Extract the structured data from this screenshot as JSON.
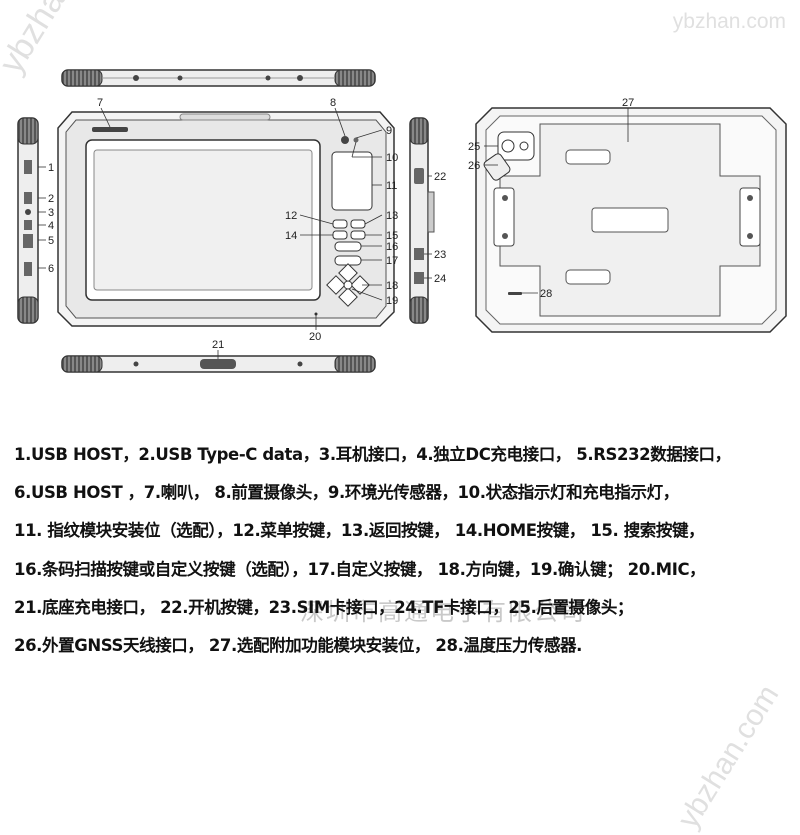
{
  "watermarks": {
    "site": "ybzhan.com",
    "company": "深圳市高通电子有限公司"
  },
  "callouts": [
    "1",
    "2",
    "3",
    "4",
    "5",
    "6",
    "7",
    "8",
    "9",
    "10",
    "11",
    "12",
    "13",
    "14",
    "15",
    "16",
    "17",
    "18",
    "19",
    "20",
    "21",
    "22",
    "23",
    "24",
    "25",
    "26",
    "27",
    "28"
  ],
  "legend_lines": [
    "1.USB HOST，2.USB Type-C data，3.耳机接口，4.独立DC充电接口， 5.RS232数据接口，",
    "6.USB HOST ，7.喇叭，     8.前置摄像头，9.环境光传感器，10.状态指示灯和充电指示灯，",
    "11. 指纹模块安装位（选配），12.菜单按键，13.返回按键， 14.HOME按键， 15. 搜索按键，",
    "16.条码扫描按键或自定义按键（选配），17.自定义按键， 18.方向键，19.确认键； 20.MIC，",
    "21.底座充电接口， 22.开机按键，23.SIM卡接口，24.TF卡接口，25.后置摄像头；",
    "26.外置GNSS天线接口， 27.选配附加功能模块安装位， 28.温度压力传感器."
  ]
}
